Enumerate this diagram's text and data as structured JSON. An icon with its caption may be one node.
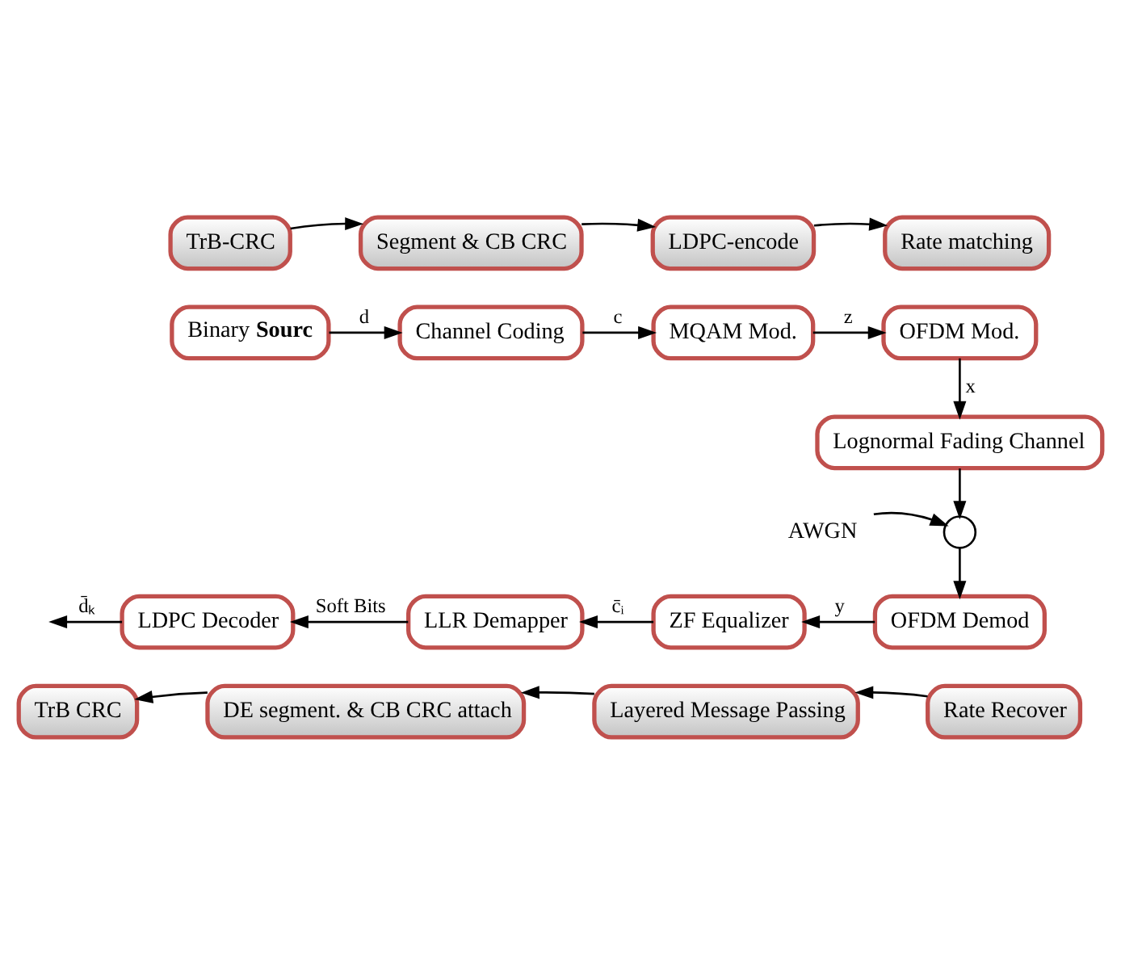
{
  "diagram": {
    "nodes": [
      {
        "text": [
          "TrB-CRC"
        ]
      },
      {
        "text": [
          "Segment & CB CRC"
        ]
      },
      {
        "text": [
          "LDPC-encode"
        ]
      },
      {
        "text": [
          "Rate matching"
        ]
      },
      {
        "text": [
          "Binary **Sourc**"
        ]
      },
      {
        "text": [
          "Channel Coding"
        ]
      },
      {
        "text": [
          "MQAM Mod."
        ]
      },
      {
        "text": [
          "OFDM Mod."
        ]
      },
      {
        "text": [
          "Lognormal Fading Channel"
        ]
      },
      {
        "text": [],
        "shape": "circle"
      },
      {
        "text": [
          "AWGN"
        ]
      },
      {
        "text": [
          "OFDM Demod"
        ]
      },
      {
        "text": [
          "ZF Equalizer"
        ]
      },
      {
        "text": [
          "LLR Demapper"
        ]
      },
      {
        "text": [
          "LDPC Decoder"
        ]
      },
      {
        "text": [
          "Rate Recover"
        ]
      },
      {
        "text": [
          "Layered Message Passing"
        ]
      },
      {
        "text": [
          "DE segment. & CB CRC attach"
        ]
      },
      {
        "text": [
          "TrB CRC"
        ]
      }
    ],
    "edges": [
      {
        "from": 0,
        "to": 1,
        "arrow": "to"
      },
      {
        "from": 1,
        "to": 2,
        "arrow": "to"
      },
      {
        "from": 2,
        "to": 3,
        "arrow": "to"
      },
      {
        "from": 4,
        "to": 5,
        "arrow": "to",
        "label": "d"
      },
      {
        "from": 5,
        "to": 6,
        "arrow": "to",
        "label": "c"
      },
      {
        "from": 6,
        "to": 7,
        "arrow": "to",
        "label": "z"
      },
      {
        "from": 7,
        "to": 8,
        "arrow": "to",
        "label": "x"
      },
      {
        "from": 8,
        "to": 9,
        "arrow": "to"
      },
      {
        "from": 10,
        "to": 9,
        "arrow": "to"
      },
      {
        "from": 9,
        "to": 11,
        "arrow": "to"
      },
      {
        "from": 11,
        "to": 12,
        "arrow": "to",
        "label": "y"
      },
      {
        "from": 12,
        "to": 13,
        "arrow": "to",
        "label": "c̄ᵢ"
      },
      {
        "from": 13,
        "to": 14,
        "arrow": "to",
        "label": "Soft Bits"
      },
      {
        "from": 14,
        "to": null,
        "arrow": "to",
        "label": "d̄ₖ"
      },
      {
        "from": 15,
        "to": 16,
        "arrow": "to"
      },
      {
        "from": 16,
        "to": 17,
        "arrow": "to"
      },
      {
        "from": 17,
        "to": 18,
        "arrow": "to"
      }
    ]
  }
}
